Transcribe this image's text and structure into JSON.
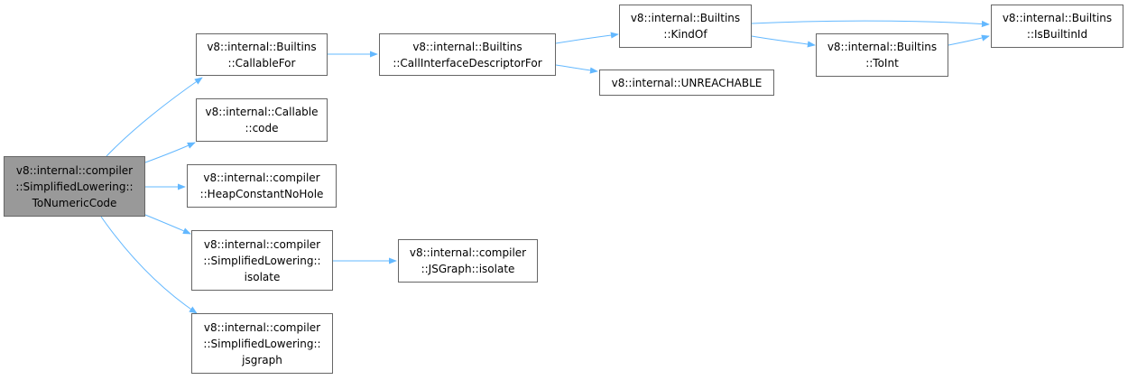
{
  "graph": {
    "edge_color": "#63b8ff",
    "node_border_color": "#666666",
    "root_fill_color": "#999999",
    "nodes": [
      {
        "id": "root",
        "root": true,
        "lines": [
          "v8::internal::compiler",
          "::SimplifiedLowering::",
          "ToNumericCode"
        ]
      },
      {
        "id": "callable_for",
        "root": false,
        "lines": [
          "v8::internal::Builtins",
          "::CallableFor"
        ]
      },
      {
        "id": "callable_code",
        "root": false,
        "lines": [
          "v8::internal::Callable",
          "::code"
        ]
      },
      {
        "id": "heap_constant_no_hole",
        "root": false,
        "lines": [
          "v8::internal::compiler",
          "::HeapConstantNoHole"
        ]
      },
      {
        "id": "sl_isolate",
        "root": false,
        "lines": [
          "v8::internal::compiler",
          "::SimplifiedLowering::",
          "isolate"
        ]
      },
      {
        "id": "sl_jsgraph",
        "root": false,
        "lines": [
          "v8::internal::compiler",
          "::SimplifiedLowering::",
          "jsgraph"
        ]
      },
      {
        "id": "call_interface_descriptor_for",
        "root": false,
        "lines": [
          "v8::internal::Builtins",
          "::CallInterfaceDescriptorFor"
        ]
      },
      {
        "id": "jsgraph_isolate",
        "root": false,
        "lines": [
          "v8::internal::compiler",
          "::JSGraph::isolate"
        ]
      },
      {
        "id": "kind_of",
        "root": false,
        "lines": [
          "v8::internal::Builtins",
          "::KindOf"
        ]
      },
      {
        "id": "unreachable",
        "root": false,
        "lines": [
          "v8::internal::UNREACHABLE"
        ]
      },
      {
        "id": "to_int",
        "root": false,
        "lines": [
          "v8::internal::Builtins",
          "::ToInt"
        ]
      },
      {
        "id": "is_builtin_id",
        "root": false,
        "lines": [
          "v8::internal::Builtins",
          "::IsBuiltinId"
        ]
      }
    ],
    "edges": [
      {
        "from": "root",
        "to": "callable_for"
      },
      {
        "from": "root",
        "to": "callable_code"
      },
      {
        "from": "root",
        "to": "heap_constant_no_hole"
      },
      {
        "from": "root",
        "to": "sl_isolate"
      },
      {
        "from": "root",
        "to": "sl_jsgraph"
      },
      {
        "from": "callable_for",
        "to": "call_interface_descriptor_for"
      },
      {
        "from": "call_interface_descriptor_for",
        "to": "kind_of"
      },
      {
        "from": "call_interface_descriptor_for",
        "to": "unreachable"
      },
      {
        "from": "kind_of",
        "to": "is_builtin_id"
      },
      {
        "from": "kind_of",
        "to": "to_int"
      },
      {
        "from": "to_int",
        "to": "is_builtin_id"
      },
      {
        "from": "sl_isolate",
        "to": "jsgraph_isolate"
      }
    ]
  }
}
